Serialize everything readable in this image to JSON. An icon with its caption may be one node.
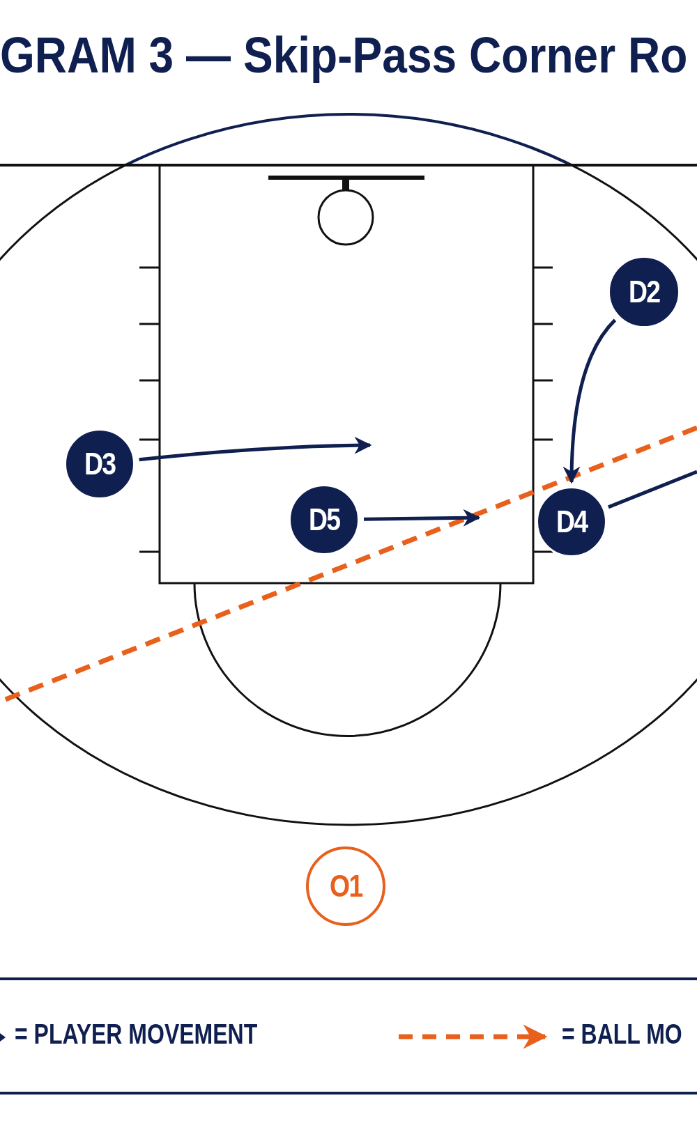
{
  "diagram": {
    "title": "GRAM 3 — Skip-Pass Corner Ro",
    "nodes": [
      {
        "text": [
          "D2"
        ]
      },
      {
        "text": [
          "D3"
        ]
      },
      {
        "text": [
          "D5"
        ]
      },
      {
        "text": [
          "D4"
        ]
      },
      {
        "text": [
          "O1"
        ]
      }
    ],
    "edges": [
      {
        "from": 0,
        "to": 3,
        "arrow": "to"
      },
      {
        "from": 1,
        "to": null,
        "arrow": "to"
      },
      {
        "from": 2,
        "to": null,
        "arrow": "to"
      },
      {
        "from": 3,
        "to": null,
        "arrow": "none"
      }
    ],
    "legend": [
      {
        "text": "= PLAYER MOVEMENT"
      },
      {
        "text": "= BALL MO"
      }
    ]
  }
}
